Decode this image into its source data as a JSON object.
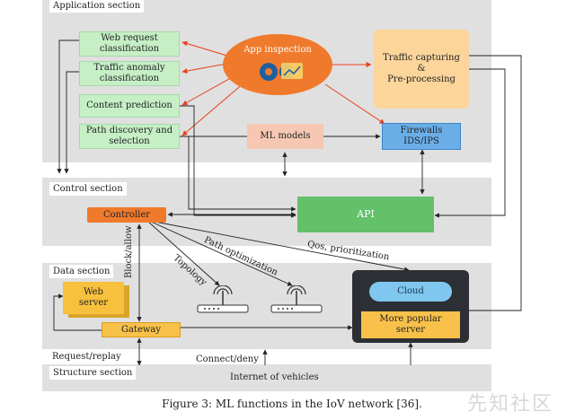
{
  "sections": {
    "application": "Application section",
    "control": "Control section",
    "data": "Data section",
    "structure": "Structure section"
  },
  "application": {
    "functions": [
      "Web request classification",
      "Traffic anomaly classification",
      "Content prediction",
      "Path discovery and selection"
    ],
    "app_inspection": "App inspection",
    "traffic_capturing": "Traffic capturing\n&\nPre-processing",
    "ml_models": "ML models",
    "firewalls": "Firewalls\nIDS/IPS"
  },
  "control": {
    "controller": "Controller",
    "api": "API"
  },
  "edges": {
    "topology": "Topology",
    "path_optimization": "Path optimization",
    "qos": "Qos, prioritization",
    "block_allow": "Block/allow",
    "request_replay": "Request/replay",
    "connect_deny": "Connect/deny"
  },
  "data_section": {
    "web_server": "Web\nserver",
    "gateway": "Gateway",
    "cloud": "Cloud",
    "more_popular_server": "More popular\nserver"
  },
  "structure": {
    "internet": "Internet of vehicles"
  },
  "caption": "Figure 3: ML functions in the IoV network [36].",
  "watermark": "先知社区",
  "colors": {
    "green": "#c6efc6",
    "orange": "#f07a2c",
    "api_green": "#63c16a",
    "firewall_blue": "#6aaee8",
    "peach": "#fbd59a",
    "arrow_red": "#e8401c"
  }
}
